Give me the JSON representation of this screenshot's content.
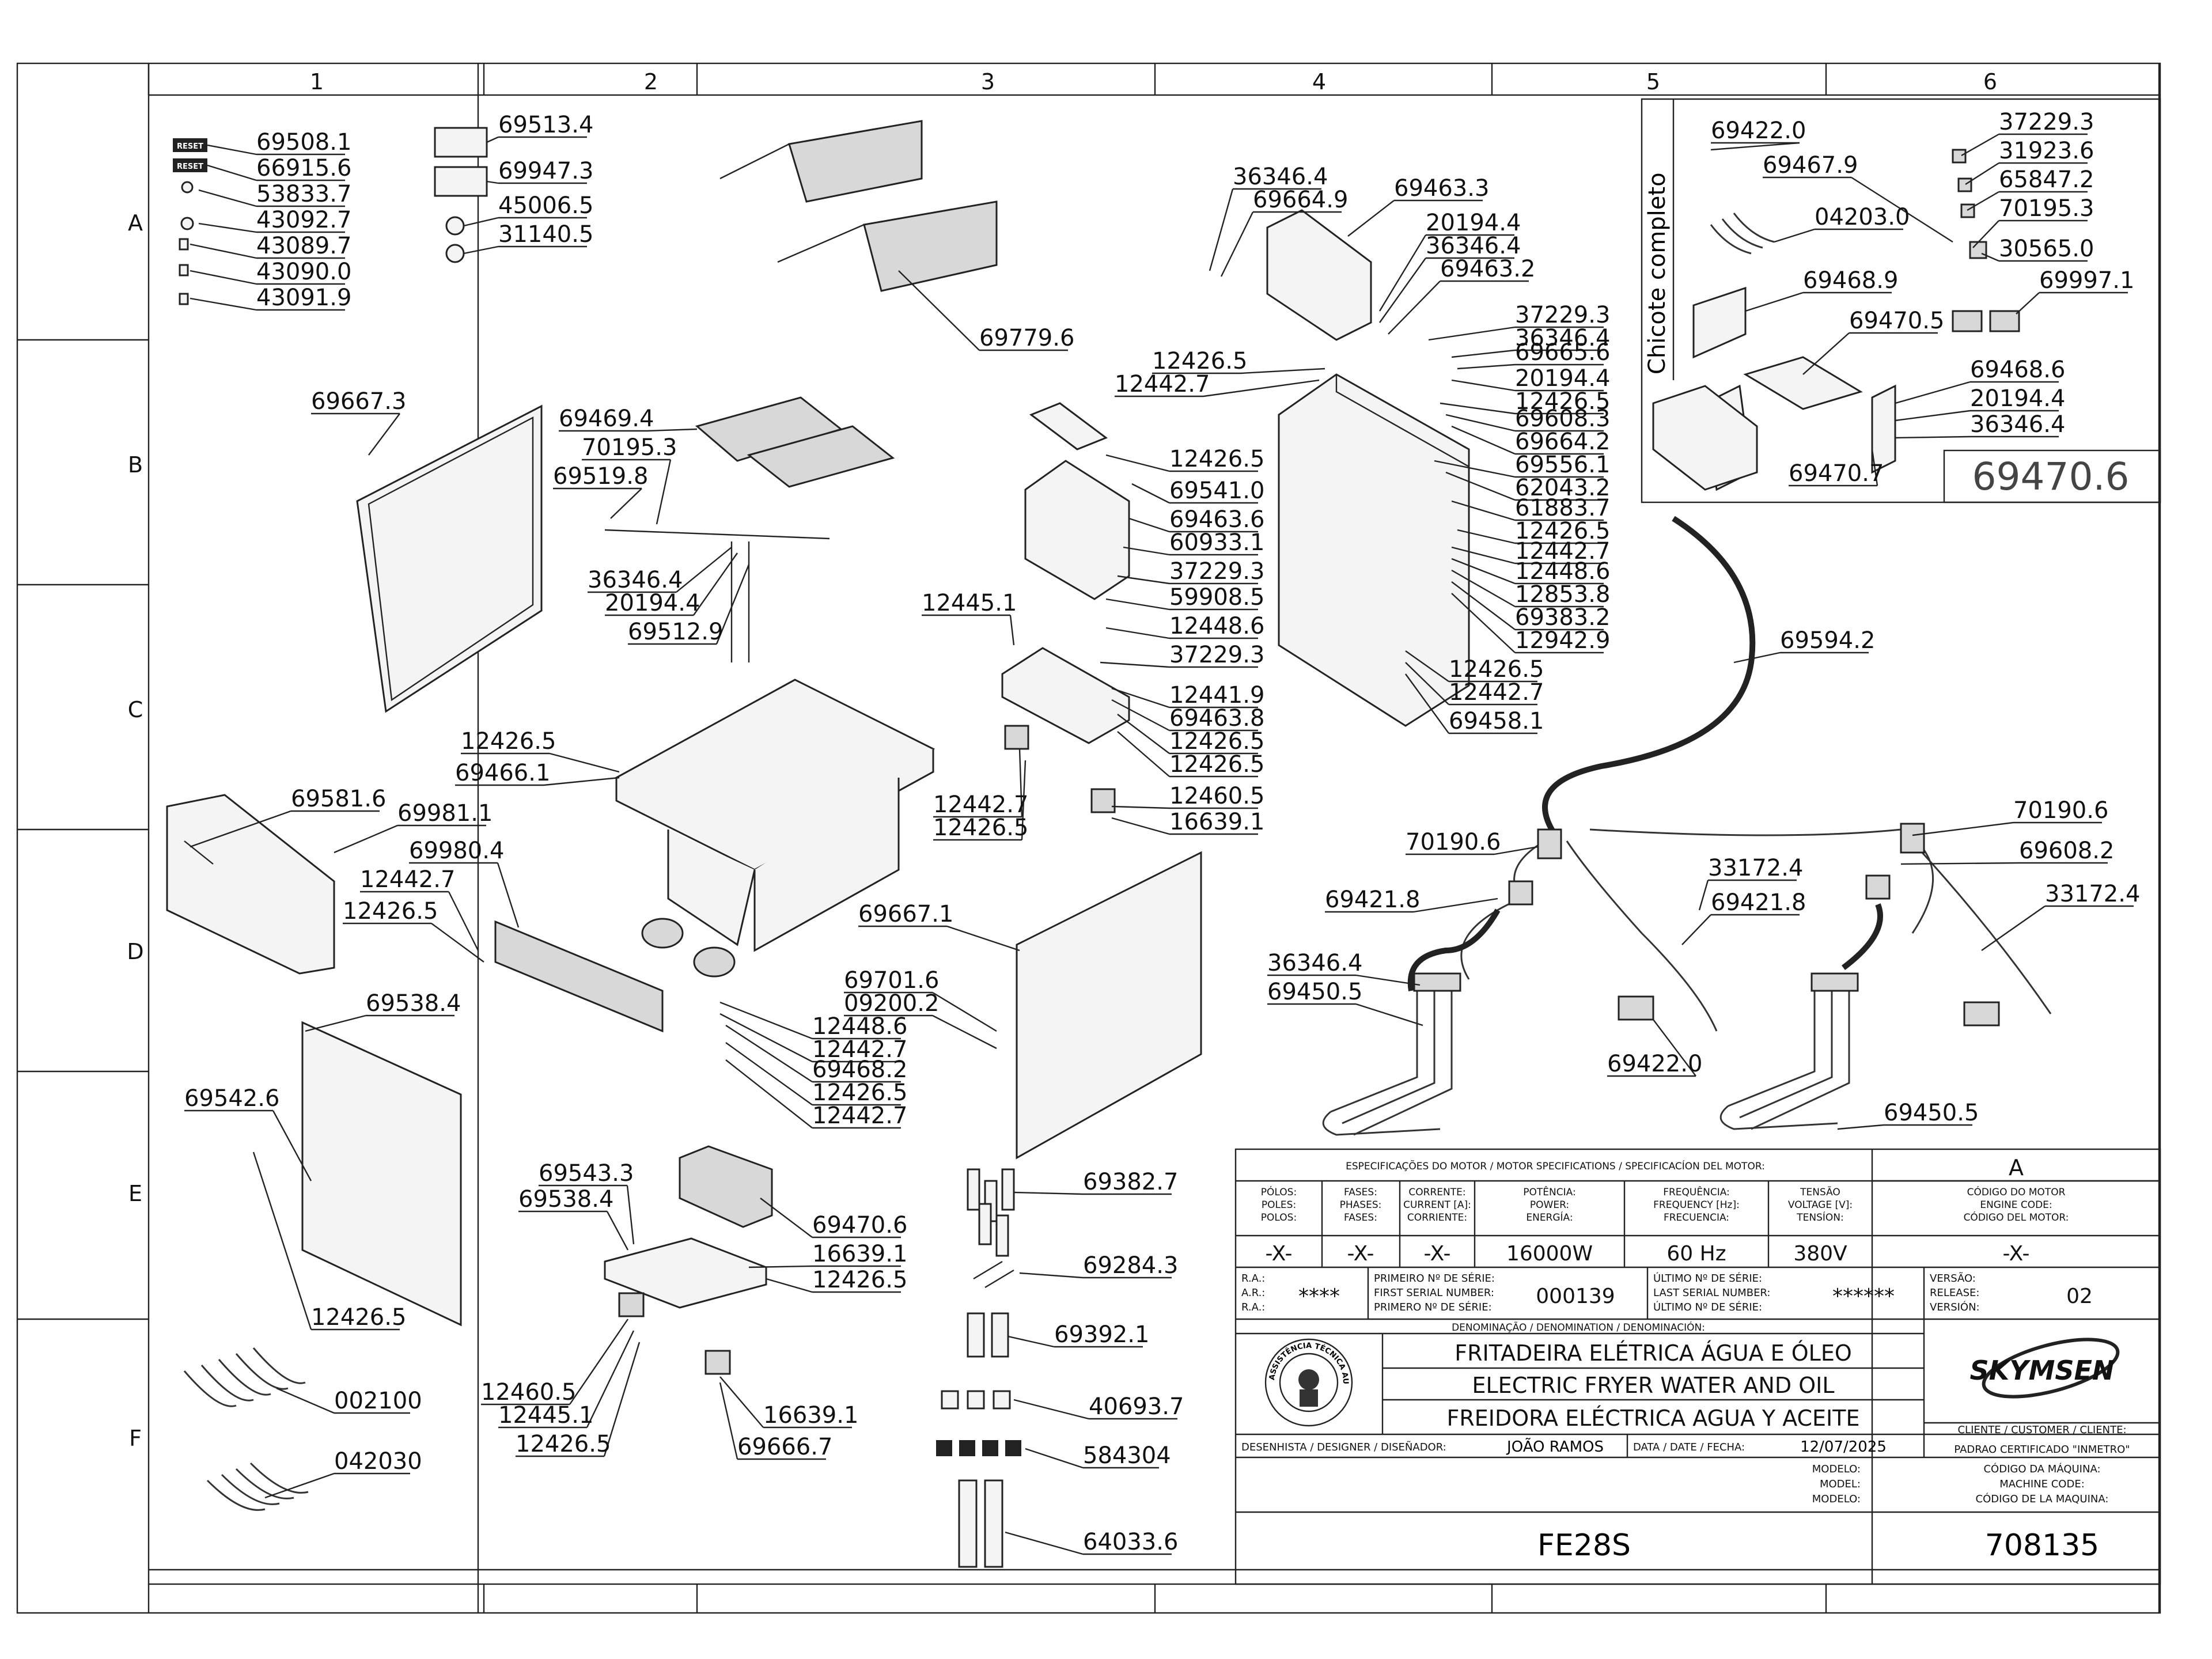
{
  "grid": {
    "columns": [
      "1",
      "2",
      "3",
      "4",
      "5",
      "6"
    ],
    "rows": [
      "A",
      "B",
      "C",
      "D",
      "E",
      "F"
    ]
  },
  "callouts": [
    {
      "label": "69508.1"
    },
    {
      "label": "66915.6"
    },
    {
      "label": "53833.7"
    },
    {
      "label": "43092.7"
    },
    {
      "label": "43089.7"
    },
    {
      "label": "43090.0"
    },
    {
      "label": "43091.9"
    },
    {
      "label": "69513.4"
    },
    {
      "label": "69947.3"
    },
    {
      "label": "45006.5"
    },
    {
      "label": "31140.5"
    },
    {
      "label": "69779.6"
    },
    {
      "label": "36346.4"
    },
    {
      "label": "69664.9"
    },
    {
      "label": "69463.3"
    },
    {
      "label": "20194.4"
    },
    {
      "label": "36346.4"
    },
    {
      "label": "69463.2"
    },
    {
      "label": "37229.3"
    },
    {
      "label": "36346.4"
    },
    {
      "label": "69665.6"
    },
    {
      "label": "20194.4"
    },
    {
      "label": "12426.5"
    },
    {
      "label": "69608.3"
    },
    {
      "label": "69664.2"
    },
    {
      "label": "69556.1"
    },
    {
      "label": "62043.2"
    },
    {
      "label": "61883.7"
    },
    {
      "label": "12426.5"
    },
    {
      "label": "12442.7"
    },
    {
      "label": "12448.6"
    },
    {
      "label": "12853.8"
    },
    {
      "label": "69383.2"
    },
    {
      "label": "12942.9"
    },
    {
      "label": "12426.5"
    },
    {
      "label": "12442.7"
    },
    {
      "label": "69458.1"
    },
    {
      "label": "12426.5"
    },
    {
      "label": "12442.7"
    },
    {
      "label": "12426.5"
    },
    {
      "label": "69541.0"
    },
    {
      "label": "69463.6"
    },
    {
      "label": "60933.1"
    },
    {
      "label": "37229.3"
    },
    {
      "label": "59908.5"
    },
    {
      "label": "12448.6"
    },
    {
      "label": "37229.3"
    },
    {
      "label": "12441.9"
    },
    {
      "label": "69463.8"
    },
    {
      "label": "12426.5"
    },
    {
      "label": "12426.5"
    },
    {
      "label": "12460.5"
    },
    {
      "label": "16639.1"
    },
    {
      "label": "12445.1"
    },
    {
      "label": "12442.7"
    },
    {
      "label": "12426.5"
    },
    {
      "label": "69667.3"
    },
    {
      "label": "69469.4"
    },
    {
      "label": "70195.3"
    },
    {
      "label": "69519.8"
    },
    {
      "label": "36346.4"
    },
    {
      "label": "20194.4"
    },
    {
      "label": "69512.9"
    },
    {
      "label": "12426.5"
    },
    {
      "label": "69466.1"
    },
    {
      "label": "69581.6"
    },
    {
      "label": "69981.1"
    },
    {
      "label": "69980.4"
    },
    {
      "label": "12442.7"
    },
    {
      "label": "12426.5"
    },
    {
      "label": "69538.4"
    },
    {
      "label": "69542.6"
    },
    {
      "label": "12426.5"
    },
    {
      "label": "69667.1"
    },
    {
      "label": "69701.6"
    },
    {
      "label": "09200.2"
    },
    {
      "label": "12448.6"
    },
    {
      "label": "12442.7"
    },
    {
      "label": "69468.2"
    },
    {
      "label": "12426.5"
    },
    {
      "label": "12442.7"
    },
    {
      "label": "69543.3"
    },
    {
      "label": "69538.4"
    },
    {
      "label": "69470.6"
    },
    {
      "label": "16639.1"
    },
    {
      "label": "12426.5"
    },
    {
      "label": "12460.5"
    },
    {
      "label": "12445.1"
    },
    {
      "label": "12426.5"
    },
    {
      "label": "16639.1"
    },
    {
      "label": "69666.7"
    },
    {
      "label": "002100"
    },
    {
      "label": "042030"
    },
    {
      "label": "69382.7"
    },
    {
      "label": "69284.3"
    },
    {
      "label": "69392.1"
    },
    {
      "label": "40693.7"
    },
    {
      "label": "584304"
    },
    {
      "label": "64033.6"
    },
    {
      "label": "69594.2"
    },
    {
      "label": "70190.6"
    },
    {
      "label": "69421.8"
    },
    {
      "label": "36346.4"
    },
    {
      "label": "69450.5"
    },
    {
      "label": "69422.0"
    },
    {
      "label": "33172.4"
    },
    {
      "label": "69421.8"
    },
    {
      "label": "70190.6"
    },
    {
      "label": "69608.2"
    },
    {
      "label": "33172.4"
    },
    {
      "label": "69450.5"
    }
  ],
  "chicote_box": {
    "title": "Chicote completo",
    "assembly": "69470.6",
    "labels": [
      "69422.0",
      "69467.9",
      "04203.0",
      "69468.9",
      "69470.5",
      "69470.7",
      "37229.3",
      "31923.6",
      "65847.2",
      "70195.3",
      "30565.0",
      "69997.1",
      "69468.6",
      "20194.4",
      "36346.4"
    ]
  },
  "reset_badge": "RESET",
  "title_block": {
    "motor_header": "ESPECIFICAÇÕES DO MOTOR / MOTOR SPECIFICATIONS / SPECIFICACÍON DEL MOTOR:",
    "rev": "A",
    "col_headers": [
      [
        "PÓLOS:",
        "POLES:",
        "POLOS:"
      ],
      [
        "FASES:",
        "PHASES:",
        "FASES:"
      ],
      [
        "CORRENTE:",
        "CURRENT [A]:",
        "CORRIENTE:"
      ],
      [
        "POTÊNCIA:",
        "POWER:",
        "ENERGÍA:"
      ],
      [
        "FREQUÊNCIA:",
        "FREQUENCY [Hz]:",
        "FRECUENCIA:"
      ],
      [
        "TENSÃO",
        "VOLTAGE [V]:",
        "TENSÍON:"
      ],
      [
        "CÓDIGO DO MOTOR",
        "ENGINE CODE:",
        "CÓDIGO DEL MOTOR:"
      ]
    ],
    "col_values": [
      "-X-",
      "-X-",
      "-X-",
      "16000W",
      "60 Hz",
      "380V",
      "-X-"
    ],
    "ra": [
      "R.A.:",
      "A.R.:",
      "R.A.:"
    ],
    "ra_value": "****",
    "first_serial_labels": [
      "PRIMEIRO Nº DE SÉRIE:",
      "FIRST SERIAL NUMBER:",
      "PRIMERO Nº DE SÉRIE:"
    ],
    "first_serial": "000139",
    "last_serial_labels": [
      "ÚLTIMO Nº DE SÉRIE:",
      "LAST SERIAL NUMBER:",
      "ÚLTIMO Nº DE SÉRIE:"
    ],
    "last_serial": "******",
    "version_labels": [
      "VERSÃO:",
      "RELEASE:",
      "VERSIÓN:"
    ],
    "version": "02",
    "denomination_header": "DENOMINAÇÃO / DENOMINATION / DENOMINACIÓN:",
    "name_pt": "FRITADEIRA ELÉTRICA ÁGUA E ÓLEO",
    "name_en": "ELECTRIC FRYER WATER AND OIL",
    "name_es": "FREIDORA ELÉCTRICA AGUA Y ACEITE",
    "brand": "SKYMSEN",
    "seal_text": "ASSISTÊNCIA TÉCNICA AUTORIZADA",
    "client_label": "CLIENTE / CUSTOMER / CLIENTE:",
    "client": "PADRAO CERTIFICADO \"INMETRO\"",
    "designer_label": "DESENHISTA / DESIGNER / DISEÑADOR:",
    "designer": "JOÃO RAMOS",
    "date_label": "DATA / DATE / FECHA:",
    "date": "12/07/2025",
    "model_labels": [
      "MODELO:",
      "MODEL:",
      "MODELO:"
    ],
    "model": "FE28S",
    "machine_code_labels": [
      "CÓDIGO DA MÁQUINA:",
      "MACHINE CODE:",
      "CÓDIGO DE LA MAQUINA:"
    ],
    "machine_code": "708135"
  }
}
